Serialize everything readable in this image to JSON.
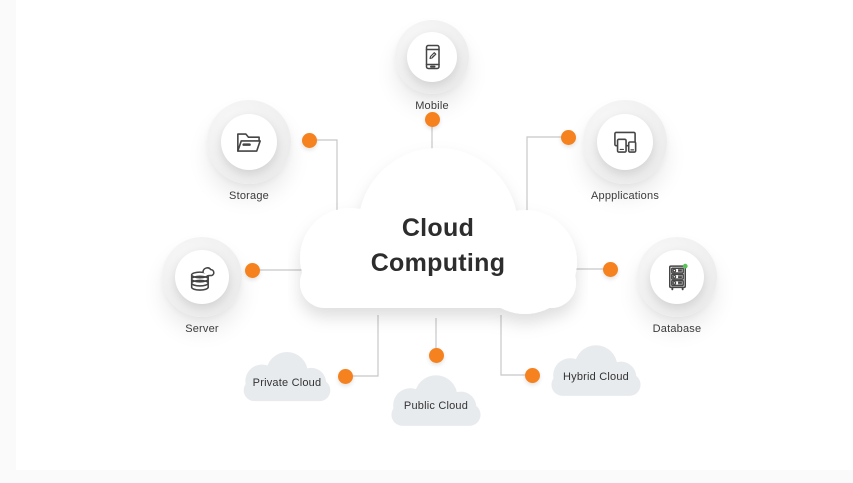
{
  "title": {
    "line1": "Cloud",
    "line2": "Computing"
  },
  "nodes": [
    {
      "id": "mobile",
      "label": "Mobile",
      "icon": "smartphone-icon"
    },
    {
      "id": "storage",
      "label": "Storage",
      "icon": "open-folder-icon"
    },
    {
      "id": "applications",
      "label": "Appplications",
      "icon": "multi-device-icon"
    },
    {
      "id": "server",
      "label": "Server",
      "icon": "cloud-disk-stack-icon"
    },
    {
      "id": "database",
      "label": "Database",
      "icon": "server-rack-icon"
    }
  ],
  "cloud_types": [
    {
      "id": "private-cloud",
      "label": "Private Cloud"
    },
    {
      "id": "public-cloud",
      "label": "Public Cloud"
    },
    {
      "id": "hybrid-cloud",
      "label": "Hybrid Cloud"
    }
  ],
  "colors": {
    "accent": "#f5821f",
    "connector": "#c7c7c7",
    "status_green": "#56c456",
    "small_cloud": "#e8ebee",
    "title_text": "#2d2d2d",
    "label_text": "#3b3b3b"
  }
}
